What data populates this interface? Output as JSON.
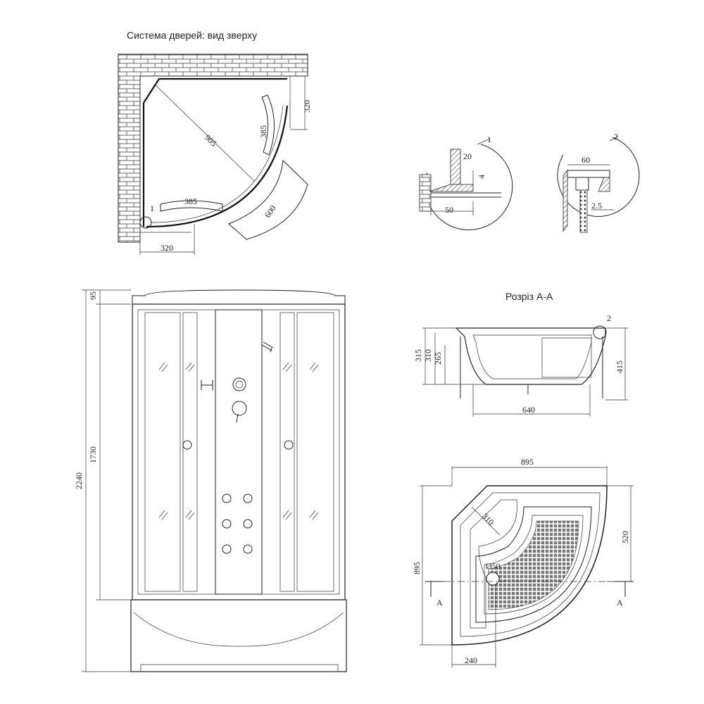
{
  "top_view": {
    "title": "Система дверей: вид зверху",
    "diag": "905",
    "radius": "600",
    "panel_top": "385",
    "panel_side": "385",
    "side_len": "320",
    "bottom_len": "320",
    "callout": "1"
  },
  "detail1": {
    "callout": "1",
    "d20": "20",
    "d4": "4",
    "d50": "50"
  },
  "detail2": {
    "callout": "2",
    "d60": "60",
    "d25": "2.5"
  },
  "section": {
    "title": "Розріз А-А",
    "callout": "2",
    "h315": "315",
    "h310": "310",
    "h265": "265",
    "h415": "415",
    "w640": "640"
  },
  "front": {
    "h95": "95",
    "h1730": "1730",
    "h2240": "2240"
  },
  "plan": {
    "w895": "895",
    "h895": "895",
    "d310": "310",
    "d520": "520",
    "drain": "Ø50",
    "w240": "240",
    "cut_left": "А",
    "cut_right": "А"
  }
}
